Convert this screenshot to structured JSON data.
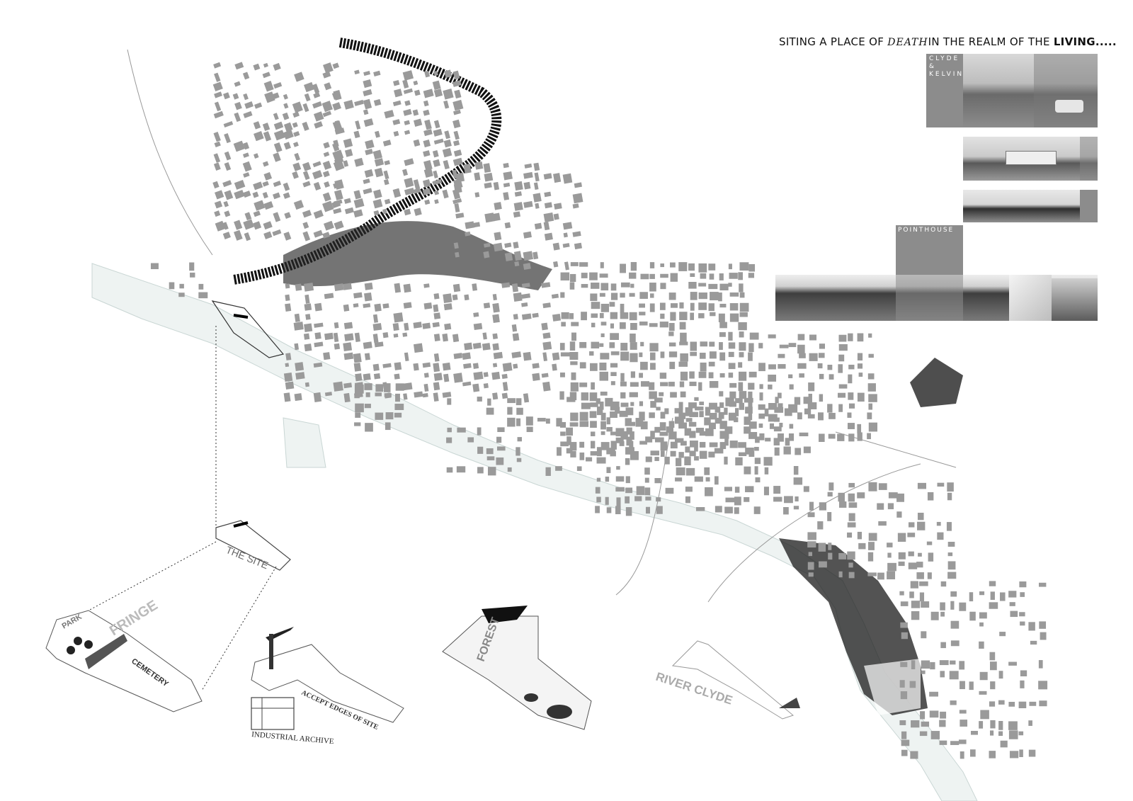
{
  "title": {
    "prefix": "SITING A PLACE OF",
    "death_word": "DEATH",
    "middle": "IN THE REALM OF THE",
    "living_word": "LIVING....."
  },
  "photo_panels": {
    "clyde_kelvin": {
      "line1": "CLYDE",
      "line2": "&",
      "line3": "KELVIN"
    },
    "pointhouse": "POINTHOUSE"
  },
  "map_labels": {
    "the_site": "THE SITE",
    "park": "PARK",
    "fringe": "FRINGE",
    "cemetery": "CEMETERY",
    "accept_edges": "ACCEPT EDGES OF SITE",
    "industrial_archive": "INDUSTRIAL ARCHIVE",
    "forest": "FOREST",
    "river_clyde": "RIVER CLYDE"
  },
  "colors": {
    "building": "#9a9a9a",
    "river": "#eef3f2",
    "river_edge": "#c9d6d4",
    "vegetation": "#111111",
    "panel_grey": "#8c8c8c"
  }
}
